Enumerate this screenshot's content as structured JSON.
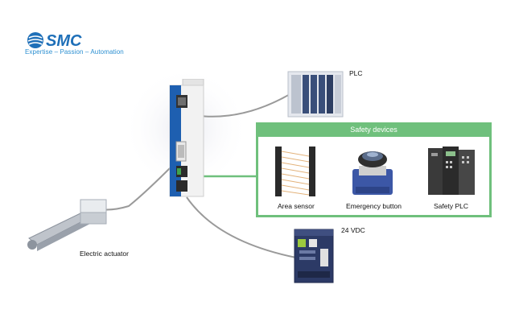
{
  "brand": {
    "name": "SMC",
    "tagline": "Expertise – Passion – Automation",
    "color": "#1e6fb8"
  },
  "diagram": {
    "controller_label": "",
    "plc_label": "PLC",
    "safety_title": "Safety devices",
    "devices": [
      {
        "label": "Area sensor"
      },
      {
        "label": "Emergency button"
      },
      {
        "label": "Safety PLC"
      }
    ],
    "power_label": "24 VDC",
    "actuator_label": "Electric actuator"
  },
  "colors": {
    "safety_green": "#6fc07c",
    "controller_blue": "#1e5fb0",
    "cable": "#9a9a9a"
  }
}
